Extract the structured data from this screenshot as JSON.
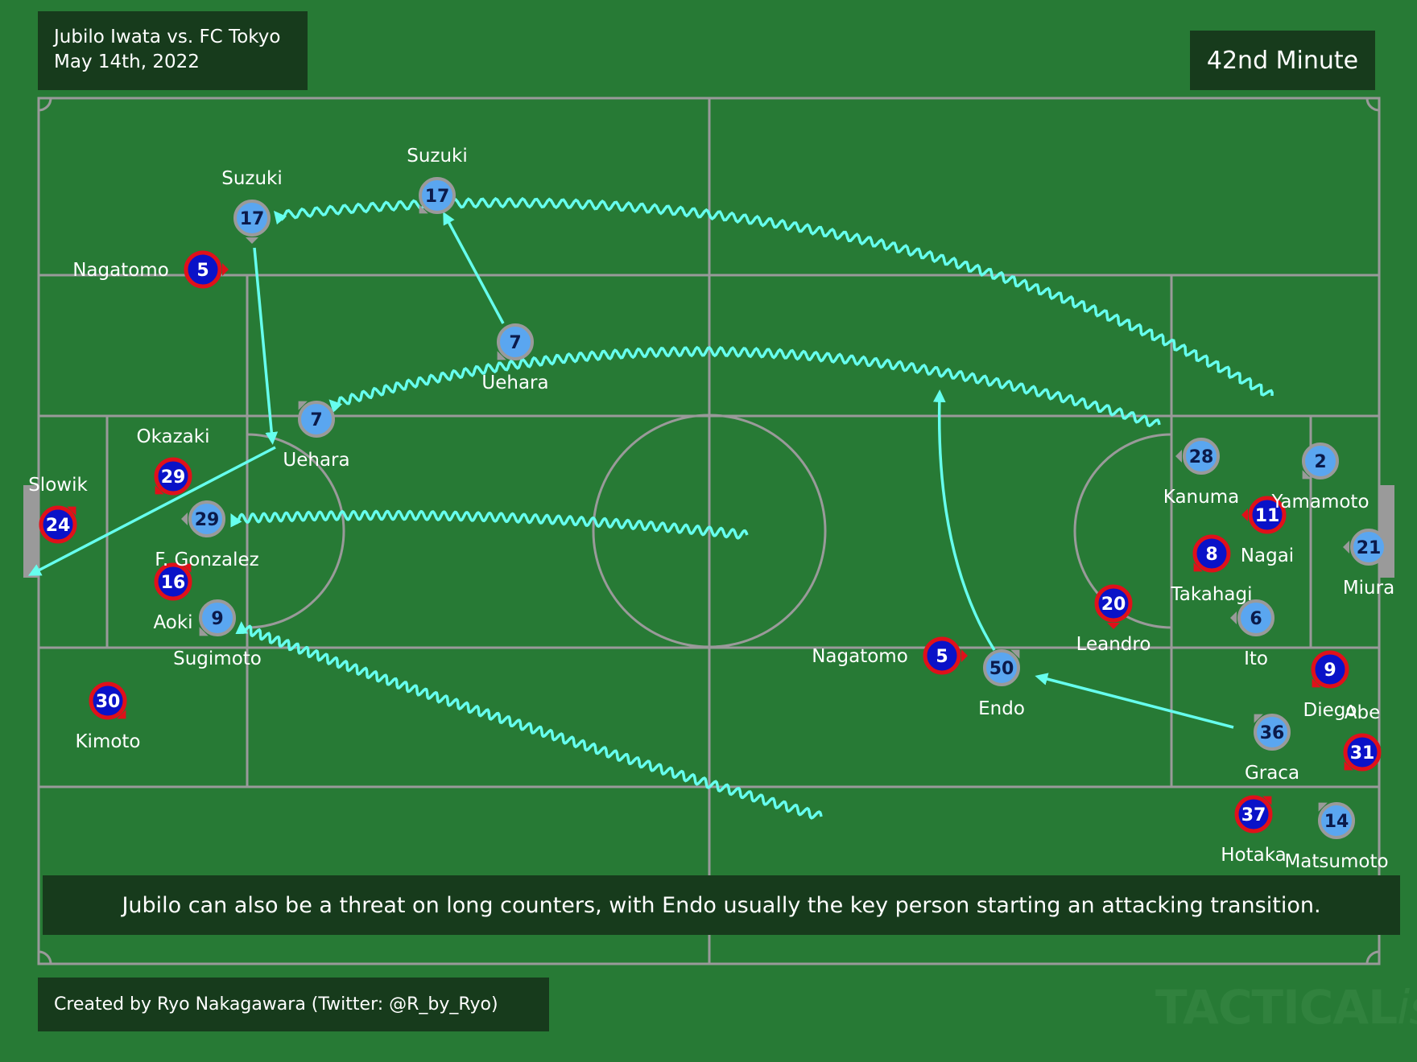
{
  "header": {
    "match": "Jubilo Iwata vs. FC Tokyo",
    "date": "May 14th, 2022",
    "minute": "42nd Minute"
  },
  "caption": "Jubilo can also be a threat on long counters, with Endo usually the key person starting an attacking transition.",
  "credit": "Created by Ryo Nakagawara (Twitter: @R_by_Ryo)",
  "watermark": {
    "bold": "TACTICAL",
    "italic": "ista"
  },
  "colors": {
    "pitch": "#277a35",
    "lines": "#9a9a9a",
    "panel": "#173b1c",
    "jubilo_fill": "#5aa6f0",
    "tokyo_fill": "#0a12c8",
    "tokyo_ring": "#e0101a",
    "arrow": "#66ffee"
  },
  "players": [
    {
      "team": "tokyo",
      "number": "24",
      "name": "Slowik",
      "label_pos": "above",
      "ring_dir": "ne"
    },
    {
      "team": "tokyo",
      "number": "5",
      "name": "Nagatomo",
      "label_pos": "left",
      "ring_dir": "e"
    },
    {
      "team": "tokyo",
      "number": "29",
      "name": "Okazaki",
      "label_pos": "above",
      "ring_dir": "sw"
    },
    {
      "team": "tokyo",
      "number": "16",
      "name": "Aoki",
      "label_pos": "below",
      "ring_dir": "ne"
    },
    {
      "team": "tokyo",
      "number": "30",
      "name": "Kimoto",
      "label_pos": "below",
      "ring_dir": "se"
    },
    {
      "team": "tokyo",
      "number": "5",
      "name": "Nagatomo",
      "label_pos": "left",
      "ring_dir": "e"
    },
    {
      "team": "tokyo",
      "number": "20",
      "name": "Leandro",
      "label_pos": "below",
      "ring_dir": "s"
    },
    {
      "team": "tokyo",
      "number": "11",
      "name": "Nagai",
      "label_pos": "below",
      "ring_dir": "w"
    },
    {
      "team": "tokyo",
      "number": "8",
      "name": "Takahagi",
      "label_pos": "below",
      "ring_dir": "sw"
    },
    {
      "team": "tokyo",
      "number": "9",
      "name": "Diego",
      "label_pos": "below",
      "ring_dir": "sw"
    },
    {
      "team": "tokyo",
      "number": "31",
      "name": "Abe",
      "label_pos": "above",
      "ring_dir": "sw"
    },
    {
      "team": "tokyo",
      "number": "37",
      "name": "Hotaka",
      "label_pos": "below",
      "ring_dir": "ne"
    },
    {
      "team": "jubilo",
      "number": "17",
      "name": "Suzuki",
      "label_pos": "above",
      "ring_dir": "s"
    },
    {
      "team": "jubilo",
      "number": "17",
      "name": "Suzuki",
      "label_pos": "above",
      "ring_dir": "sw"
    },
    {
      "team": "jubilo",
      "number": "7",
      "name": "Uehara",
      "label_pos": "below",
      "ring_dir": "nw"
    },
    {
      "team": "jubilo",
      "number": "7",
      "name": "Uehara",
      "label_pos": "below",
      "ring_dir": "sw"
    },
    {
      "team": "jubilo",
      "number": "29",
      "name": "F. Gonzalez",
      "label_pos": "below",
      "ring_dir": "w"
    },
    {
      "team": "jubilo",
      "number": "9",
      "name": "Sugimoto",
      "label_pos": "below",
      "ring_dir": "sw"
    },
    {
      "team": "jubilo",
      "number": "50",
      "name": "Endo",
      "label_pos": "below",
      "ring_dir": "ne"
    },
    {
      "team": "jubilo",
      "number": "28",
      "name": "Kanuma",
      "label_pos": "below",
      "ring_dir": "w"
    },
    {
      "team": "jubilo",
      "number": "2",
      "name": "Yamamoto",
      "label_pos": "below",
      "ring_dir": "sw"
    },
    {
      "team": "jubilo",
      "number": "21",
      "name": "Miura",
      "label_pos": "below",
      "ring_dir": "w"
    },
    {
      "team": "jubilo",
      "number": "6",
      "name": "Ito",
      "label_pos": "below",
      "ring_dir": "w"
    },
    {
      "team": "jubilo",
      "number": "36",
      "name": "Graca",
      "label_pos": "below",
      "ring_dir": "nw"
    },
    {
      "team": "jubilo",
      "number": "14",
      "name": "Matsumoto",
      "label_pos": "below",
      "ring_dir": "nw"
    }
  ]
}
